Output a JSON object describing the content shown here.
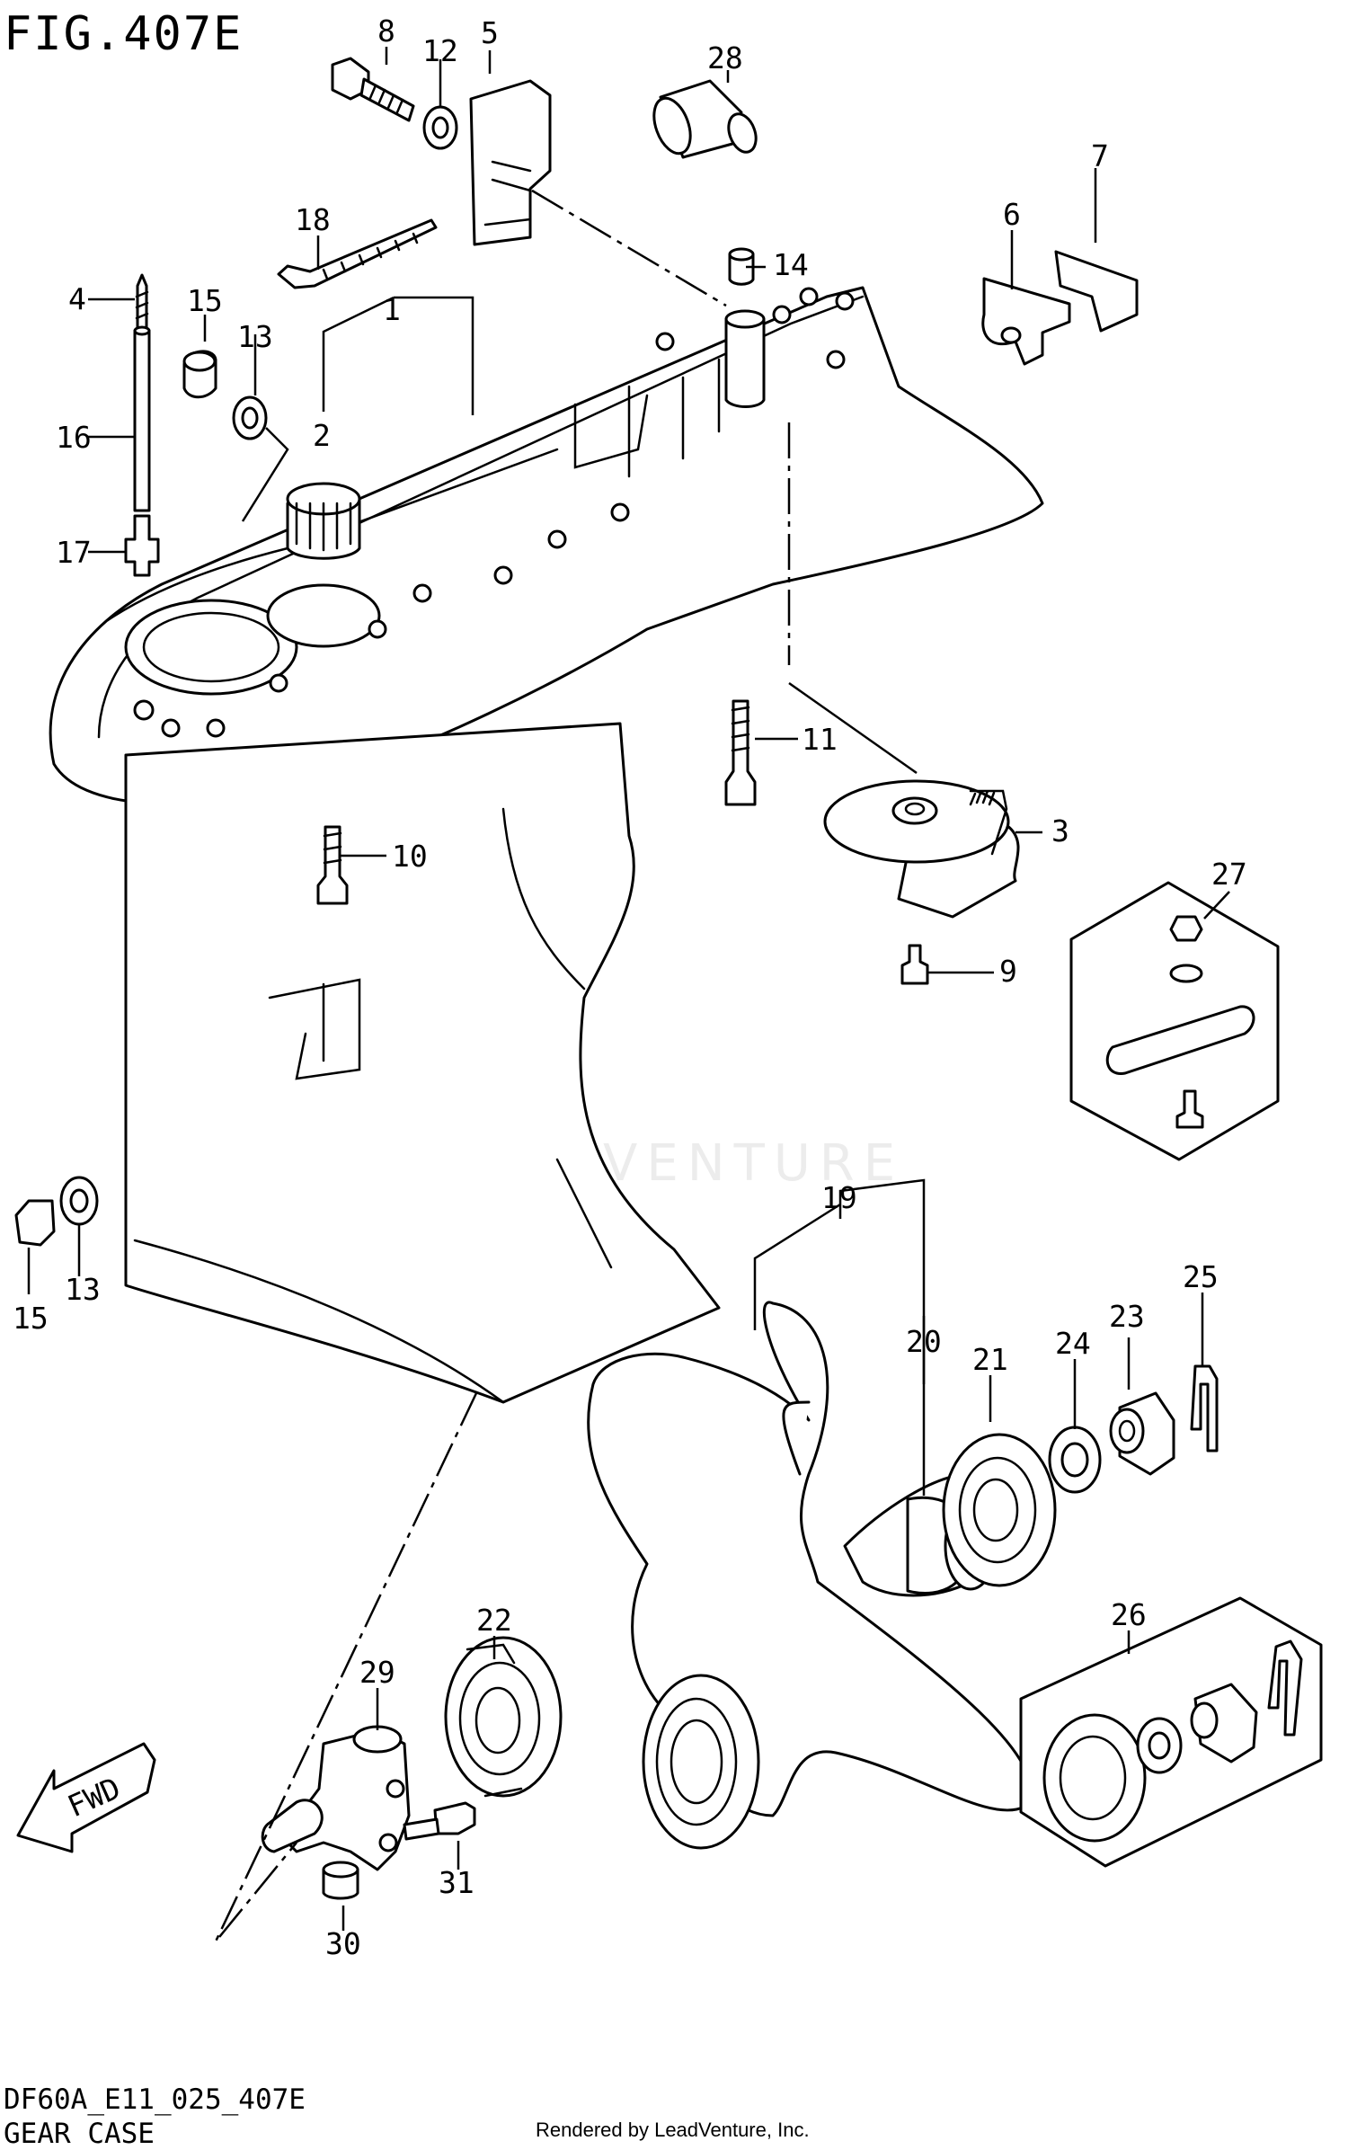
{
  "figure": {
    "title": "FIG.407E",
    "code": "DF60A_E11_025_407E",
    "caption": "GEAR CASE",
    "rendered_by": "Rendered by LeadVenture, Inc.",
    "watermark": "LEADVENTURE",
    "fwd_arrow_label": "FWD"
  },
  "callouts": {
    "c1": "1",
    "c2": "2",
    "c3": "3",
    "c4": "4",
    "c5": "5",
    "c6": "6",
    "c7": "7",
    "c8": "8",
    "c9": "9",
    "c10": "10",
    "c11": "11",
    "c12": "12",
    "c13a": "13",
    "c13b": "13",
    "c14": "14",
    "c15a": "15",
    "c15b": "15",
    "c16": "16",
    "c17": "17",
    "c18": "18",
    "c19": "19",
    "c20": "20",
    "c21": "21",
    "c22": "22",
    "c23": "23",
    "c24": "24",
    "c25": "25",
    "c26": "26",
    "c27": "27",
    "c28": "28",
    "c29": "29",
    "c30": "30",
    "c31": "31"
  }
}
